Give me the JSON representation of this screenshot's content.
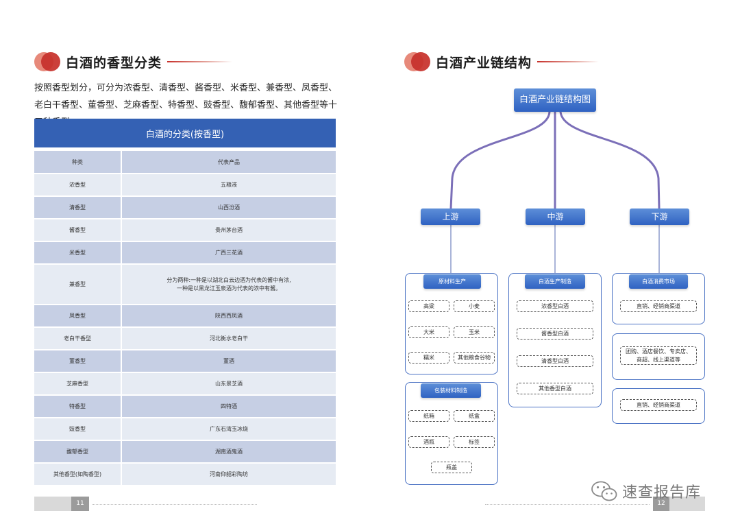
{
  "left": {
    "heading": "白酒的香型分类",
    "intro": "按照香型划分，可分为浓香型、清香型、酱香型、米香型、兼香型、凤香型、老白干香型、董香型、芝麻香型、特香型、豉香型、馥郁香型、其他香型等十三种香型。",
    "table": {
      "caption": "白酒的分类(按香型)",
      "headers": [
        "种类",
        "代表产品"
      ],
      "rows": [
        [
          "浓香型",
          "五粮液"
        ],
        [
          "清香型",
          "山西汾酒"
        ],
        [
          "酱香型",
          "贵州茅台酒"
        ],
        [
          "米香型",
          "广西三花酒"
        ],
        [
          "兼香型",
          "分为两种:一种是以湖北白云边酒为代表的酱中有浓,\n一种是以黑龙江玉泉酒为代表的浓中有酱。"
        ],
        [
          "凤香型",
          "陕西西凤酒"
        ],
        [
          "老白干香型",
          "河北衡水老白干"
        ],
        [
          "董香型",
          "董酒"
        ],
        [
          "芝麻香型",
          "山东景芝酒"
        ],
        [
          "特香型",
          "四特酒"
        ],
        [
          "豉香型",
          "广东石湾玉冰烧"
        ],
        [
          "馥郁香型",
          "湖南酒鬼酒"
        ],
        [
          "其他香型(如陶香型)",
          "河南仰韶彩陶坊"
        ]
      ]
    },
    "page_number": "11"
  },
  "right": {
    "heading": "白酒产业链结构",
    "root": "白酒产业链结构图",
    "stages": [
      "上游",
      "中游",
      "下游"
    ],
    "upstream": {
      "raw_title": "原材料生产",
      "raw_items": [
        "高粱",
        "小麦",
        "大米",
        "玉米",
        "糯米",
        "其他粮食谷物"
      ],
      "pack_title": "包装材料制造",
      "pack_items": [
        "纸箱",
        "纸盒",
        "酒瓶",
        "标签",
        "瓶盖"
      ]
    },
    "midstream": {
      "title": "白酒生产制造",
      "items": [
        "浓香型白酒",
        "酱香型白酒",
        "清香型白酒",
        "其他香型白酒"
      ]
    },
    "downstream": {
      "title": "白酒消费市场",
      "item1": "直销、经销商渠道",
      "item2": "团购、酒店餐饮、专卖店、\n商超、线上渠道等",
      "item3": "直销、经销商渠道"
    },
    "page_number": "12"
  },
  "watermark": "速查报告库",
  "colors": {
    "accent_red": "#c7302a",
    "table_blue": "#3461b4",
    "connector_purple": "#7b6fb8"
  }
}
